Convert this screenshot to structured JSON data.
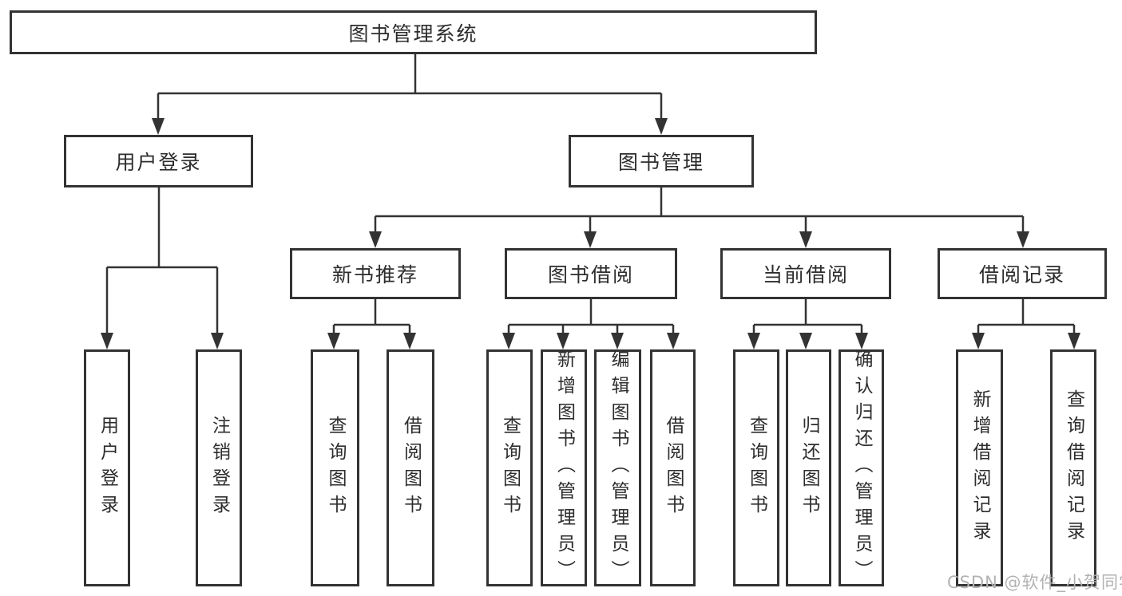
{
  "tree": {
    "label": "图书管理系统",
    "children": [
      {
        "label": "用户登录",
        "children": [
          {
            "label": "用户登录"
          },
          {
            "label": "注销登录"
          }
        ]
      },
      {
        "label": "图书管理",
        "children": [
          {
            "label": "新书推荐",
            "children": [
              {
                "label": "查询图书"
              },
              {
                "label": "借阅图书"
              }
            ]
          },
          {
            "label": "图书借阅",
            "children": [
              {
                "label": "查询图书"
              },
              {
                "label": "新增图书（管理员）"
              },
              {
                "label": "编辑图书（管理员）"
              },
              {
                "label": "借阅图书"
              }
            ]
          },
          {
            "label": "当前借阅",
            "children": [
              {
                "label": "查询图书"
              },
              {
                "label": "归还图书"
              },
              {
                "label": "确认归还（管理员）"
              }
            ]
          },
          {
            "label": "借阅记录",
            "children": [
              {
                "label": "新增借阅记录"
              },
              {
                "label": "查询借阅记录"
              }
            ]
          }
        ]
      }
    ]
  },
  "watermark": "CSDN @软件_小贺同学",
  "colors": {
    "line": "#333333",
    "box_border": "#333333",
    "box_fill": "#ffffff",
    "text": "#2d2d2d",
    "watermark": "#b3b1b1"
  }
}
